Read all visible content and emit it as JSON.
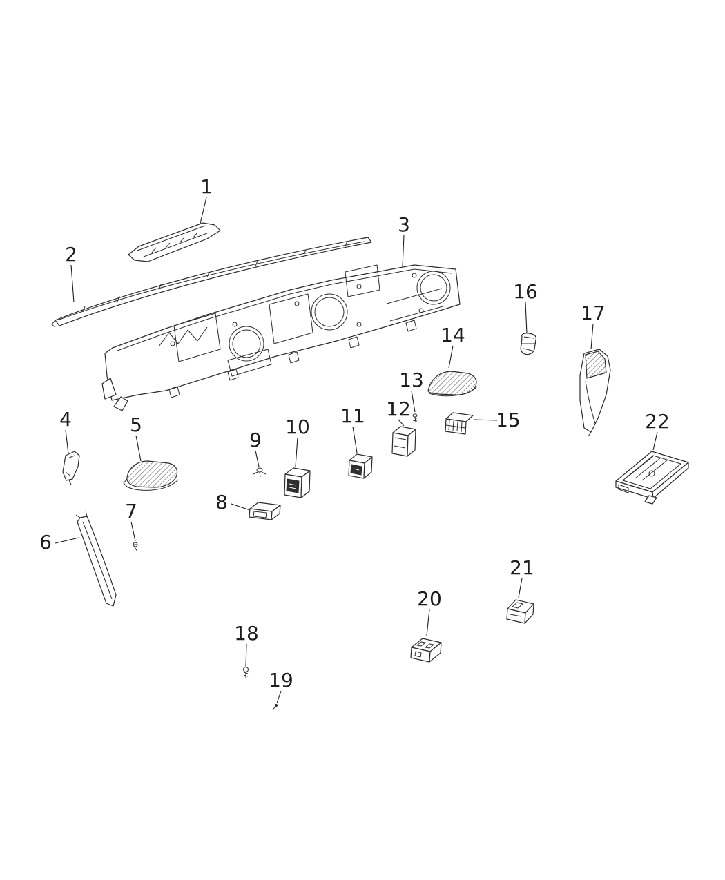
{
  "page": {
    "background": "#ffffff"
  },
  "diagram": {
    "line_color": "#2b2b2b",
    "label_color": "#1c1c1c",
    "callouts": [
      {
        "label": "1"
      },
      {
        "label": "2"
      },
      {
        "label": "3"
      },
      {
        "label": "4"
      },
      {
        "label": "5"
      },
      {
        "label": "6"
      },
      {
        "label": "7"
      },
      {
        "label": "8"
      },
      {
        "label": "9"
      },
      {
        "label": "10"
      },
      {
        "label": "11"
      },
      {
        "label": "12"
      },
      {
        "label": "13"
      },
      {
        "label": "14"
      },
      {
        "label": "15"
      },
      {
        "label": "16"
      },
      {
        "label": "17"
      },
      {
        "label": "18"
      },
      {
        "label": "19"
      },
      {
        "label": "20"
      },
      {
        "label": "21"
      },
      {
        "label": "22"
      }
    ]
  }
}
